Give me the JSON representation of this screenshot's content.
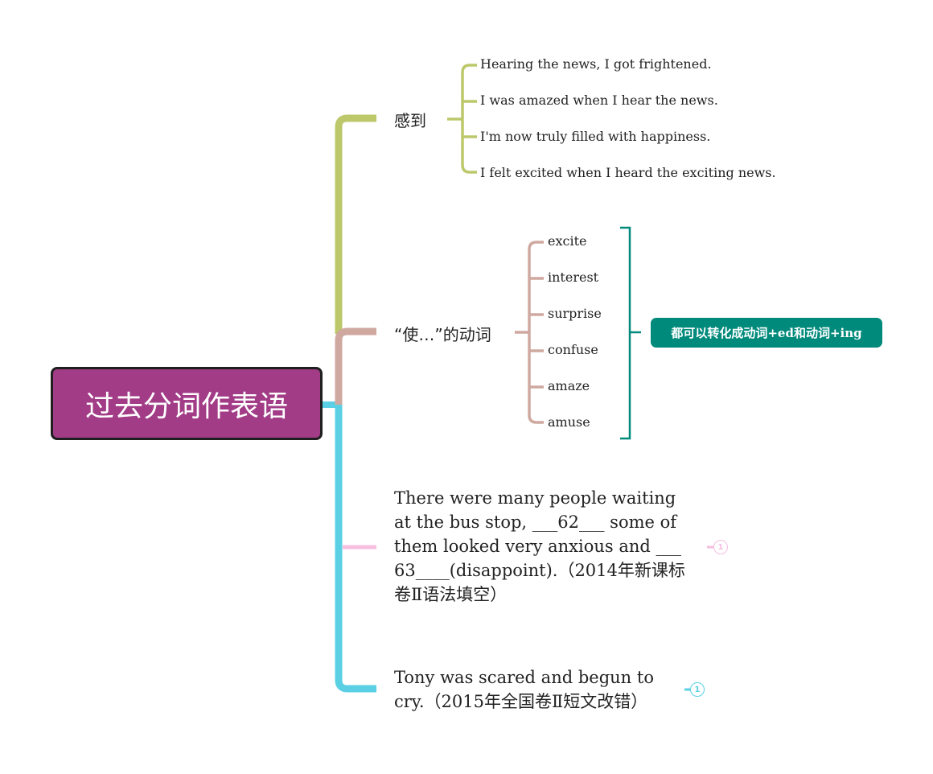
{
  "root": {
    "label": "过去分词作表语"
  },
  "branches": [
    {
      "label": "感到",
      "color": "#bcc86a",
      "children": [
        "Hearing the news, I got frightened.",
        "I was amazed when I hear the news.",
        "I'm now truly filled with happiness.",
        "I felt excited when I heard the exciting news."
      ]
    },
    {
      "label": "“使…”的动词",
      "color": "#cfa8a0",
      "children": [
        "excite",
        "interest",
        "surprise",
        "confuse",
        "amaze",
        "amuse"
      ],
      "summary": {
        "label": "都可以转化成动词+ed和动词+ing",
        "color": "#008a7b"
      }
    },
    {
      "label": "There were many people waiting at the bus stop, ___62___ some of them looked very anxious and ___ 63____(disappoint).（2014年新课标卷Ⅱ语法填空）",
      "color": "#f6bfe0",
      "badge": "1"
    },
    {
      "label": "Tony was scared and begun to cry.（2015年全国卷Ⅱ短文改错）",
      "color": "#5bd0e4",
      "badge": "1"
    }
  ],
  "trunk_colors": {
    "upper": "#bcc86a",
    "middle": "#cfa8a0",
    "lower": "#5bd0e4"
  }
}
